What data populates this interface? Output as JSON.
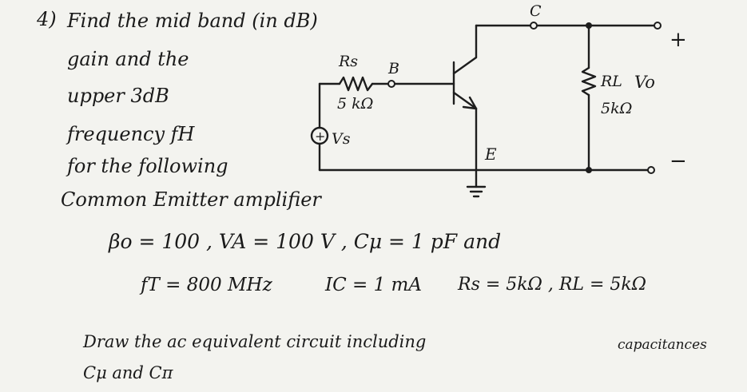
{
  "problem": {
    "number": "4)",
    "lines": [
      "Find the mid band (in dB)",
      "gain and the",
      "upper 3dB",
      "frequency fH",
      "for the following",
      "Common Emitter amplifier"
    ]
  },
  "circuit": {
    "rs_label": "Rs",
    "rs_value": "5 kΩ",
    "node_b": "B",
    "node_c": "C",
    "node_e": "E",
    "source_label": "Vs",
    "source_symbol": "+",
    "rl_label": "RL",
    "rl_value": "5kΩ",
    "output_label": "Vo",
    "plus": "+",
    "minus": "−"
  },
  "params": {
    "line1": "βo = 100 ,  VA = 100 V ,  Cμ = 1 pF and",
    "line2_ft": "fT = 800 MHz",
    "line2_ic": "IC = 1 mA",
    "line2_rs": "Rs = 5kΩ , RL = 5kΩ"
  },
  "instruction": {
    "line1_a": "Draw the ac equivalent circuit including",
    "line1_b": "capacitances",
    "line2": "Cμ and Cπ"
  }
}
